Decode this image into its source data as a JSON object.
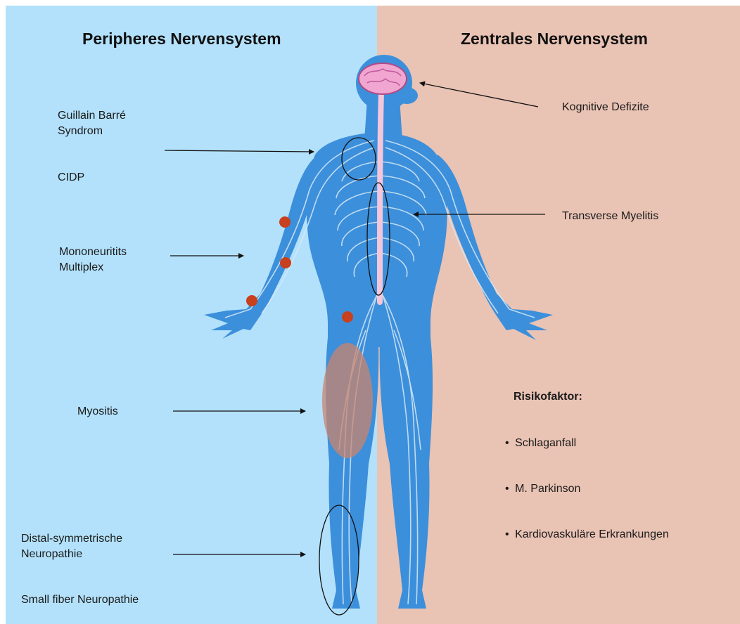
{
  "colors": {
    "left_bg": "#b3e1fb",
    "right_bg": "#e9c3b4",
    "body": "#3c8fdb",
    "body_shade": "#2e77c4",
    "nerve": "#d7e9f6",
    "spine": "#f4c6da",
    "brain": "#f0a6d0",
    "lesion_dot": "#c8401d",
    "muscle_area": "#c9846e",
    "outline": "#111111"
  },
  "headings": {
    "left": "Peripheres Nervensystem",
    "right": "Zentrales Nervensystem"
  },
  "labels": {
    "gbs": [
      "Guillain Barré",
      "Syndrom"
    ],
    "cidp": "CIDP",
    "mononeuritis": [
      "Mononeuritits",
      "Multiplex"
    ],
    "myositis": "Myositis",
    "distal": [
      "Distal-symmetrische",
      "Neuropathie"
    ],
    "small_fiber": "Small fiber Neuropathie",
    "cognitive": "Kognitive Defizite",
    "myelitis": "Transverse Myelitis",
    "risk_title": "Risikofaktor:",
    "risks": [
      "Schlaganfall",
      "M. Parkinson",
      "Kardiovaskuläre Erkrankungen"
    ],
    "bullet": "•"
  }
}
